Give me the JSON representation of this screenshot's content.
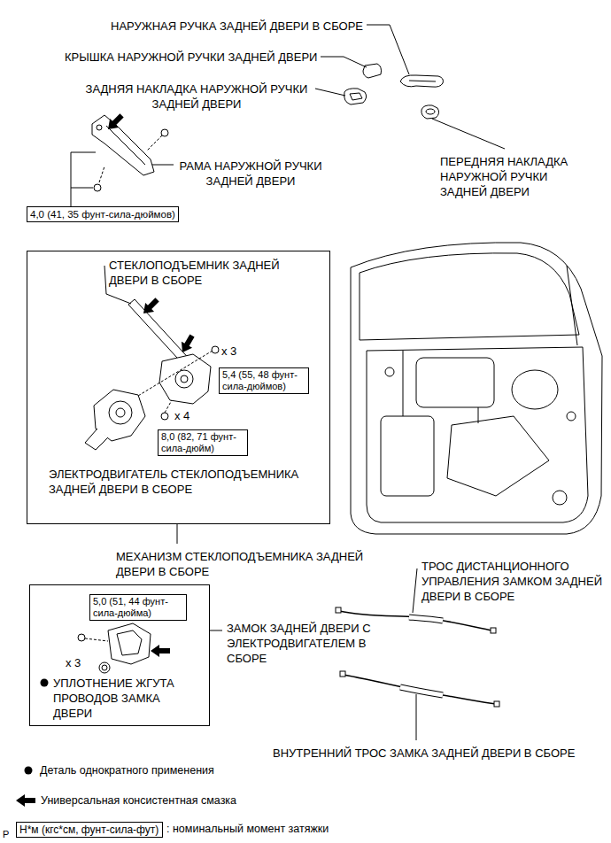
{
  "diagram": {
    "nodes": [
      {
        "text": [
          "4,0 (41, 35 фунт-сила-дюймов)"
        ]
      },
      {
        "text": [
          "МЕХАНИЗМ СТЕКЛОПОДЪЕМНИКА ЗАДНЕЙ ДВЕРИ В СБОРЕ"
        ]
      },
      {
        "text": [
          "5,4 (55, 48 фунт-сила-дюймов)"
        ],
        "in": 1
      },
      {
        "text": [
          "8,0 (82, 71 фунт-сила-дюйм)"
        ],
        "in": 1
      },
      {
        "text": [
          "ЗАМОК ЗАДНЕЙ ДВЕРИ С ЭЛЕКТРОДВИГАТЕЛЕМ В СБОРЕ"
        ]
      },
      {
        "text": [
          "5,0 (51, 44 фунт-сила-дюйма)"
        ],
        "in": 4
      },
      {
        "text": [
          "Н*м (кгс*см, фунт-сила-фут)"
        ]
      }
    ],
    "labels": [
      "НАРУЖНАЯ РУЧКА ЗАДНЕЙ ДВЕРИ В СБОРЕ",
      "КРЫШКА НАРУЖНОЙ РУЧКИ ЗАДНЕЙ ДВЕРИ",
      "ЗАДНЯЯ НАКЛАДКА НАРУЖНОЙ РУЧКИ ЗАДНЕЙ ДВЕРИ",
      "РАМА НАРУЖНОЙ РУЧКИ ЗАДНЕЙ ДВЕРИ",
      "ПЕРЕДНЯЯ НАКЛАДКА НАРУЖНОЙ РУЧКИ ЗАДНЕЙ ДВЕРИ",
      "СТЕКЛОПОДЪЕМНИК ЗАДНЕЙ ДВЕРИ В СБОРЕ",
      "x 3",
      "x 4",
      "ЭЛЕКТРОДВИГАТЕЛЬ СТЕКЛОПОДЪЕМНИКА ЗАДНЕЙ ДВЕРИ В СБОРЕ",
      "x 3",
      "УПЛОТНЕНИЕ ЖГУТА ПРОВОДОВ ЗАМКА ДВЕРИ",
      "ТРОС ДИСТАНЦИОННОГО УПРАВЛЕНИЯ ЗАМКОМ ЗАДНЕЙ ДВЕРИ В СБОРЕ",
      "ВНУТРЕННИЙ ТРОС ЗАМКА ЗАДНЕЙ ДВЕРИ В СБОРЕ",
      "P"
    ],
    "legend": [
      {
        "text": "Деталь однократного применения"
      },
      {
        "text": "Универсальная консистентная смазка"
      },
      {
        "text": ": номинальный момент затяжки"
      }
    ]
  }
}
